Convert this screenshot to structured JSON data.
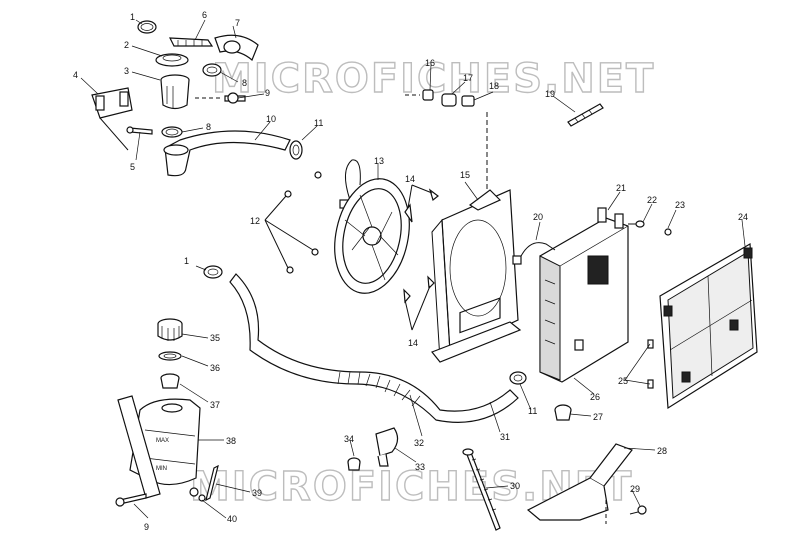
{
  "watermark": "MICROFICHES.NET",
  "tank_labels": {
    "max": "MAX",
    "min": "MIN"
  },
  "callouts": [
    "1",
    "2",
    "3",
    "4",
    "5",
    "6",
    "7",
    "8",
    "8",
    "9",
    "9",
    "10",
    "11",
    "11",
    "12",
    "13",
    "14",
    "14",
    "15",
    "16",
    "17",
    "18",
    "19",
    "20",
    "21",
    "22",
    "23",
    "24",
    "25",
    "26",
    "27",
    "28",
    "29",
    "30",
    "31",
    "32",
    "33",
    "34",
    "35",
    "36",
    "37",
    "38",
    "39",
    "40",
    "1"
  ]
}
